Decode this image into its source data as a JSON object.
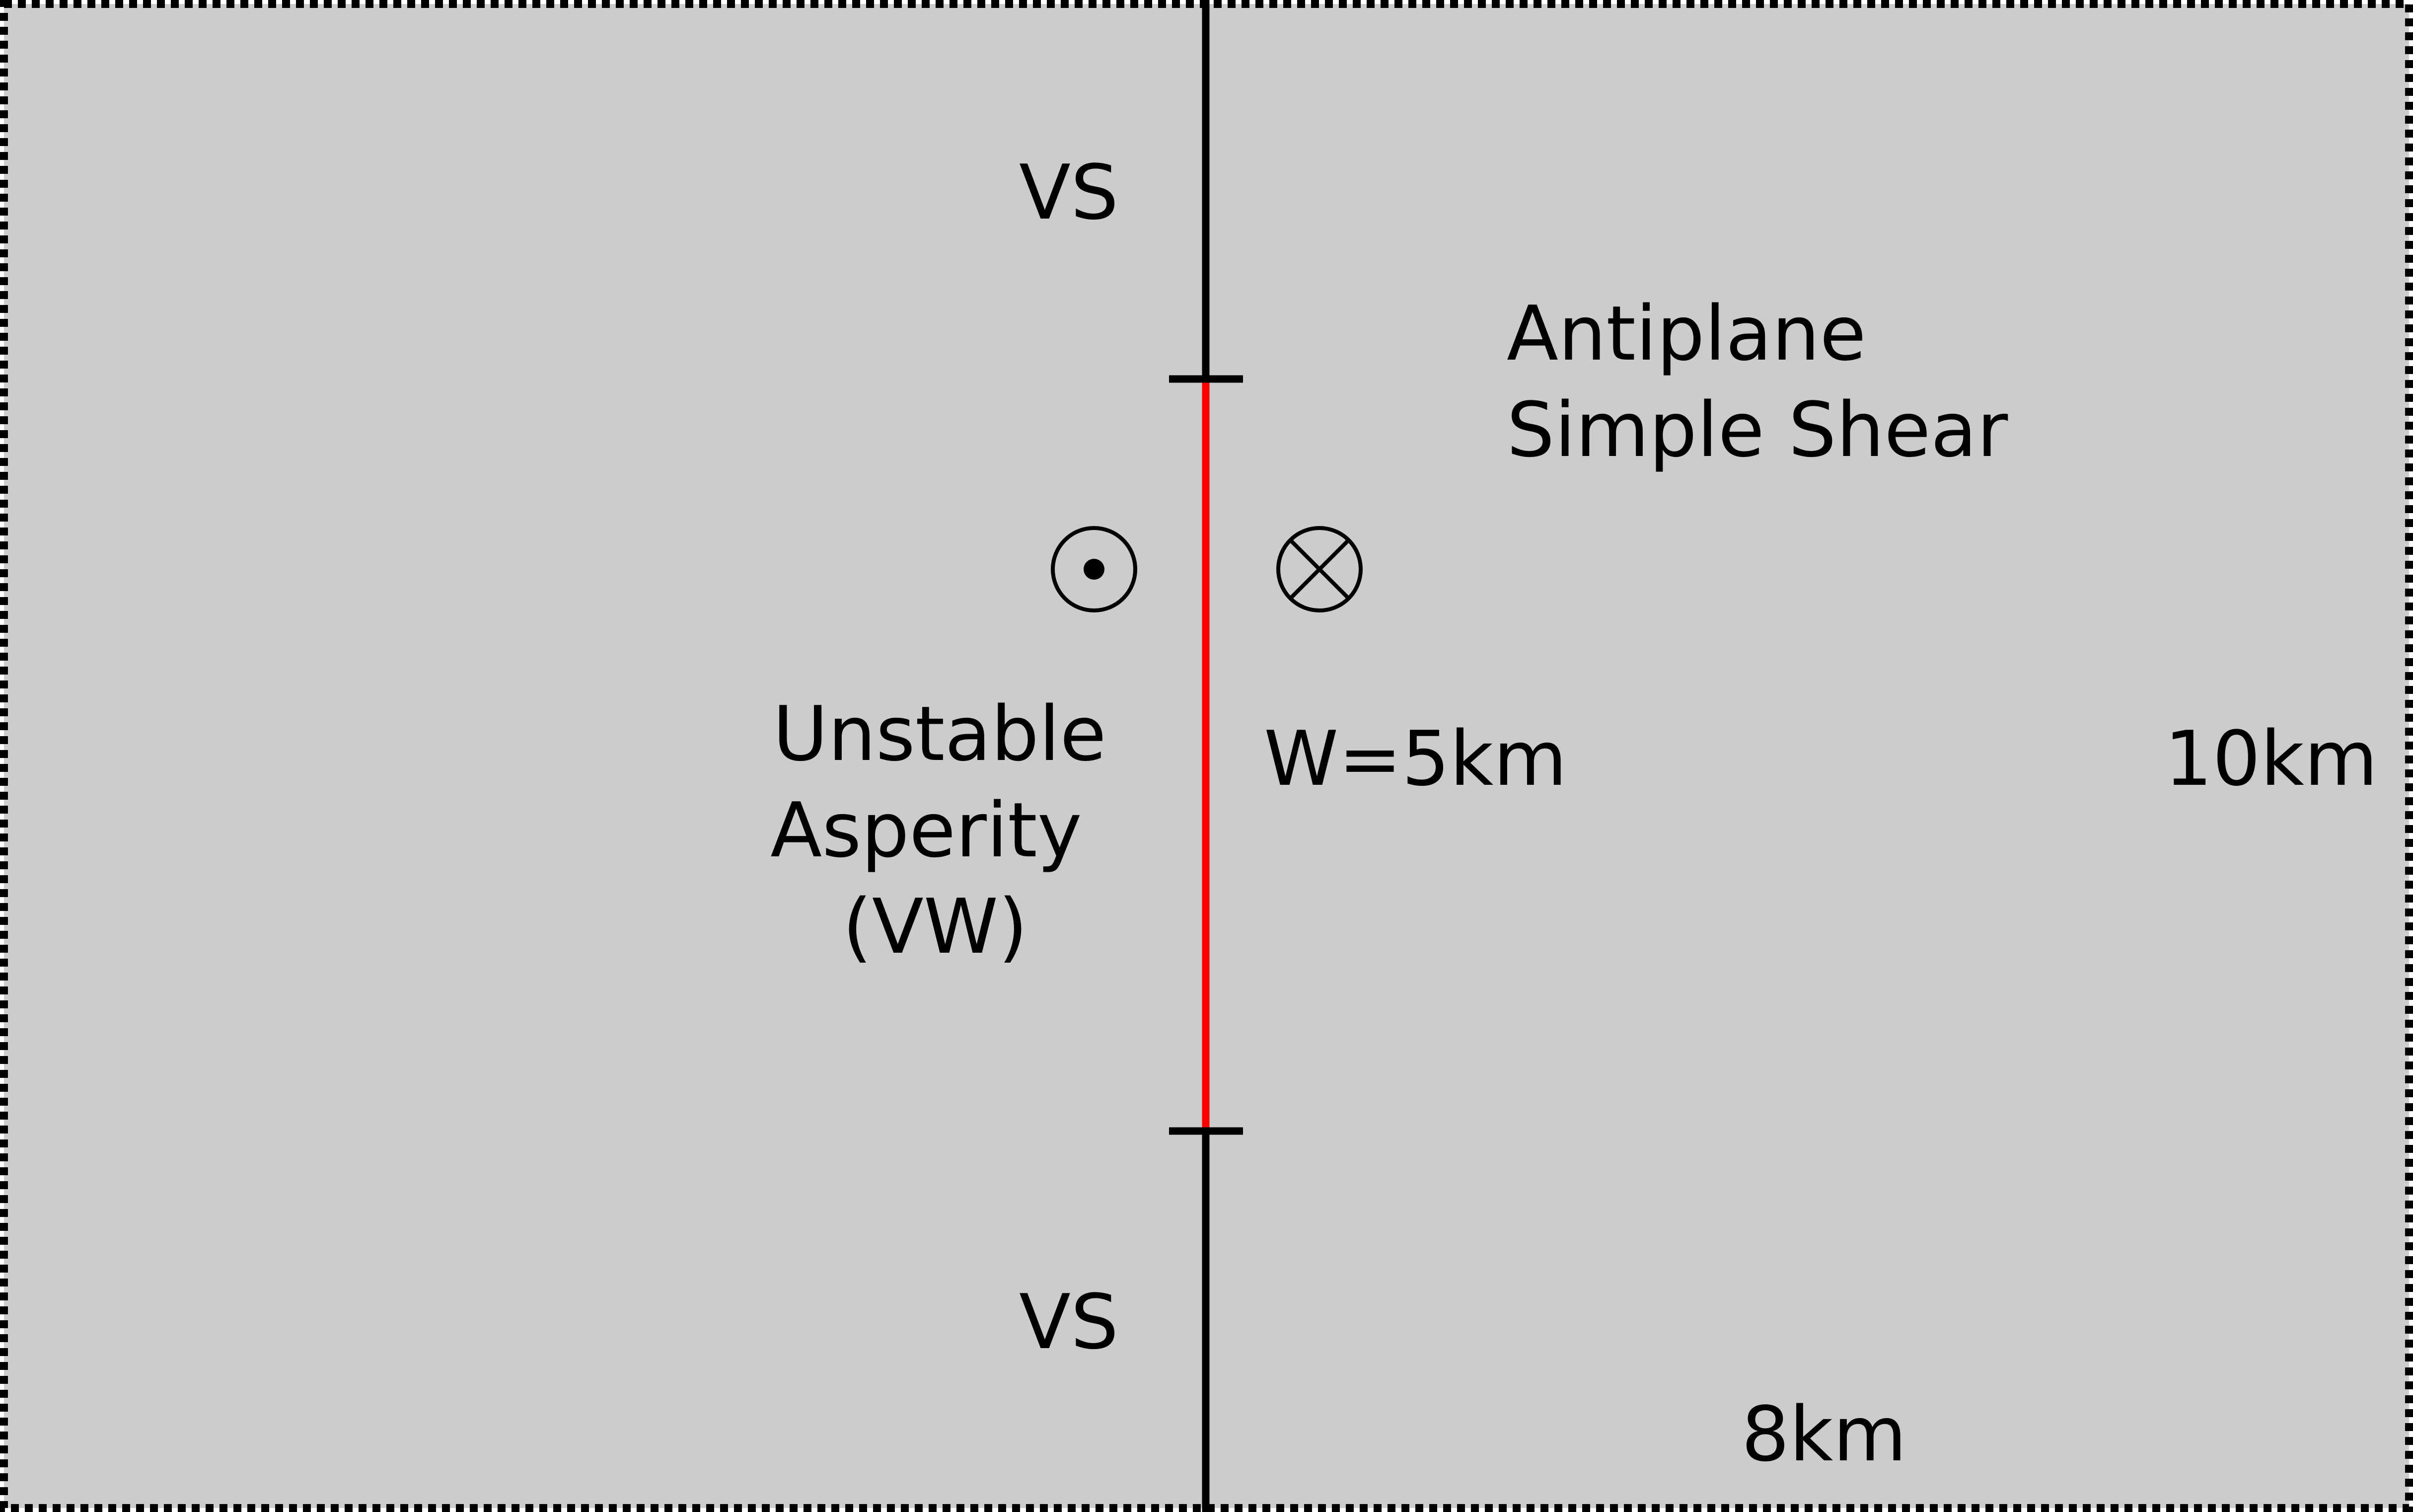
{
  "labels": {
    "vs_top": "VS",
    "vs_bottom": "VS",
    "loading_line1": "Antiplane",
    "loading_line2": "Simple Shear",
    "asperity_line1": "Unstable",
    "asperity_line2": "Asperity",
    "asperity_line3": "(VW)",
    "width": "W=5km",
    "depth": "10km",
    "distance": "8km"
  },
  "icons": {
    "left_side_motion": "out-of-page-arrow-icon",
    "right_side_motion": "into-page-arrow-icon"
  },
  "colors": {
    "background": "#cccccc",
    "fault": "#000000",
    "asperity": "#ff0000",
    "border": "#000000",
    "text": "#000000"
  }
}
